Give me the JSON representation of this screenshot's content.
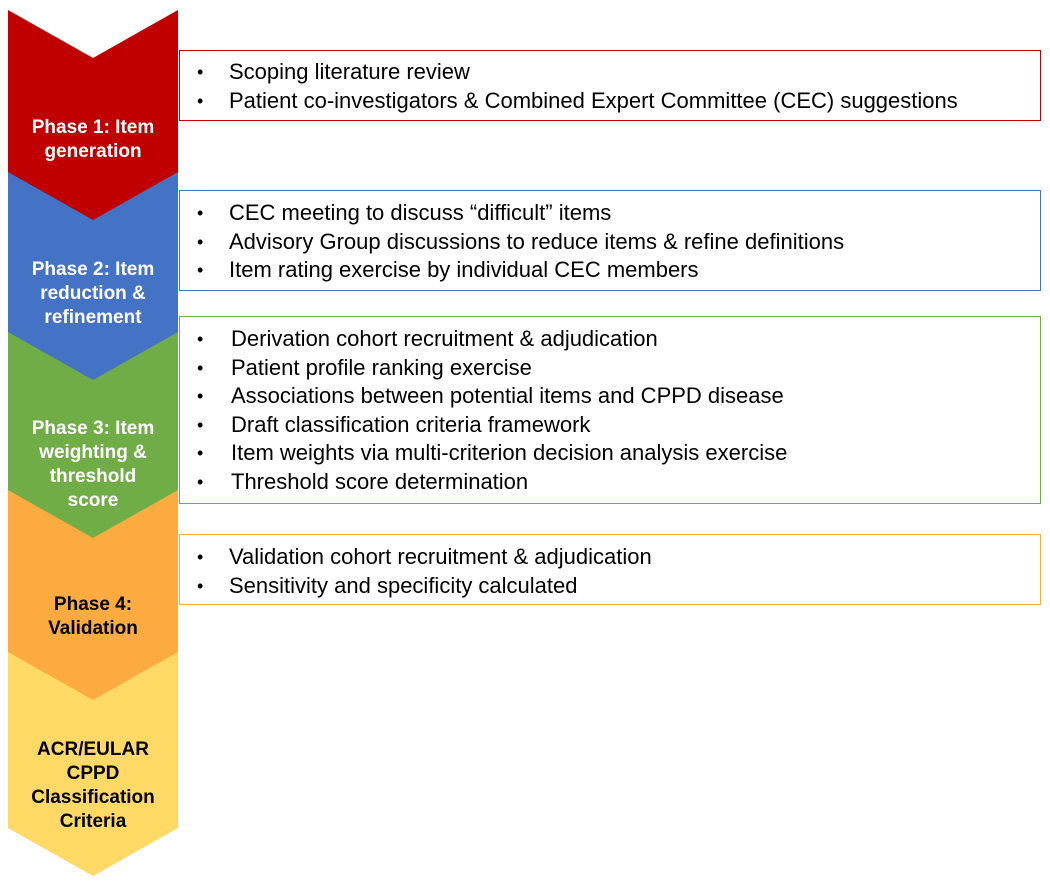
{
  "phases": [
    {
      "label": "Phase 1: Item\ngeneration",
      "color": "#c00000",
      "text_color": "#ffffff",
      "items": [
        "Scoping literature review",
        "Patient co-investigators & Combined Expert Committee (CEC) suggestions"
      ]
    },
    {
      "label": "Phase 2: Item\nreduction &\nrefinement",
      "color": "#4472c4",
      "text_color": "#ffffff",
      "items": [
        "CEC meeting to discuss “difficult” items",
        "Advisory Group discussions to reduce items & refine definitions",
        "Item rating exercise by individual CEC members"
      ]
    },
    {
      "label": "Phase 3: Item\nweighting &\nthreshold\nscore",
      "color": "#70ad47",
      "text_color": "#ffffff",
      "items": [
        "Derivation cohort recruitment & adjudication",
        "Patient profile ranking exercise",
        "Associations between potential items and CPPD disease",
        "Draft classification criteria framework",
        "Item weights via multi-criterion decision analysis exercise",
        "Threshold score determination"
      ]
    },
    {
      "label": "Phase 4:\nValidation",
      "color": "#fbab40",
      "text_color": "#000000",
      "items": [
        "Validation cohort recruitment & adjudication",
        "Sensitivity and specificity calculated"
      ]
    },
    {
      "label": "ACR/EULAR\nCPPD\nClassification\nCriteria",
      "color": "#ffd966",
      "text_color": "#000000",
      "items": []
    }
  ],
  "bullet_char": "•"
}
